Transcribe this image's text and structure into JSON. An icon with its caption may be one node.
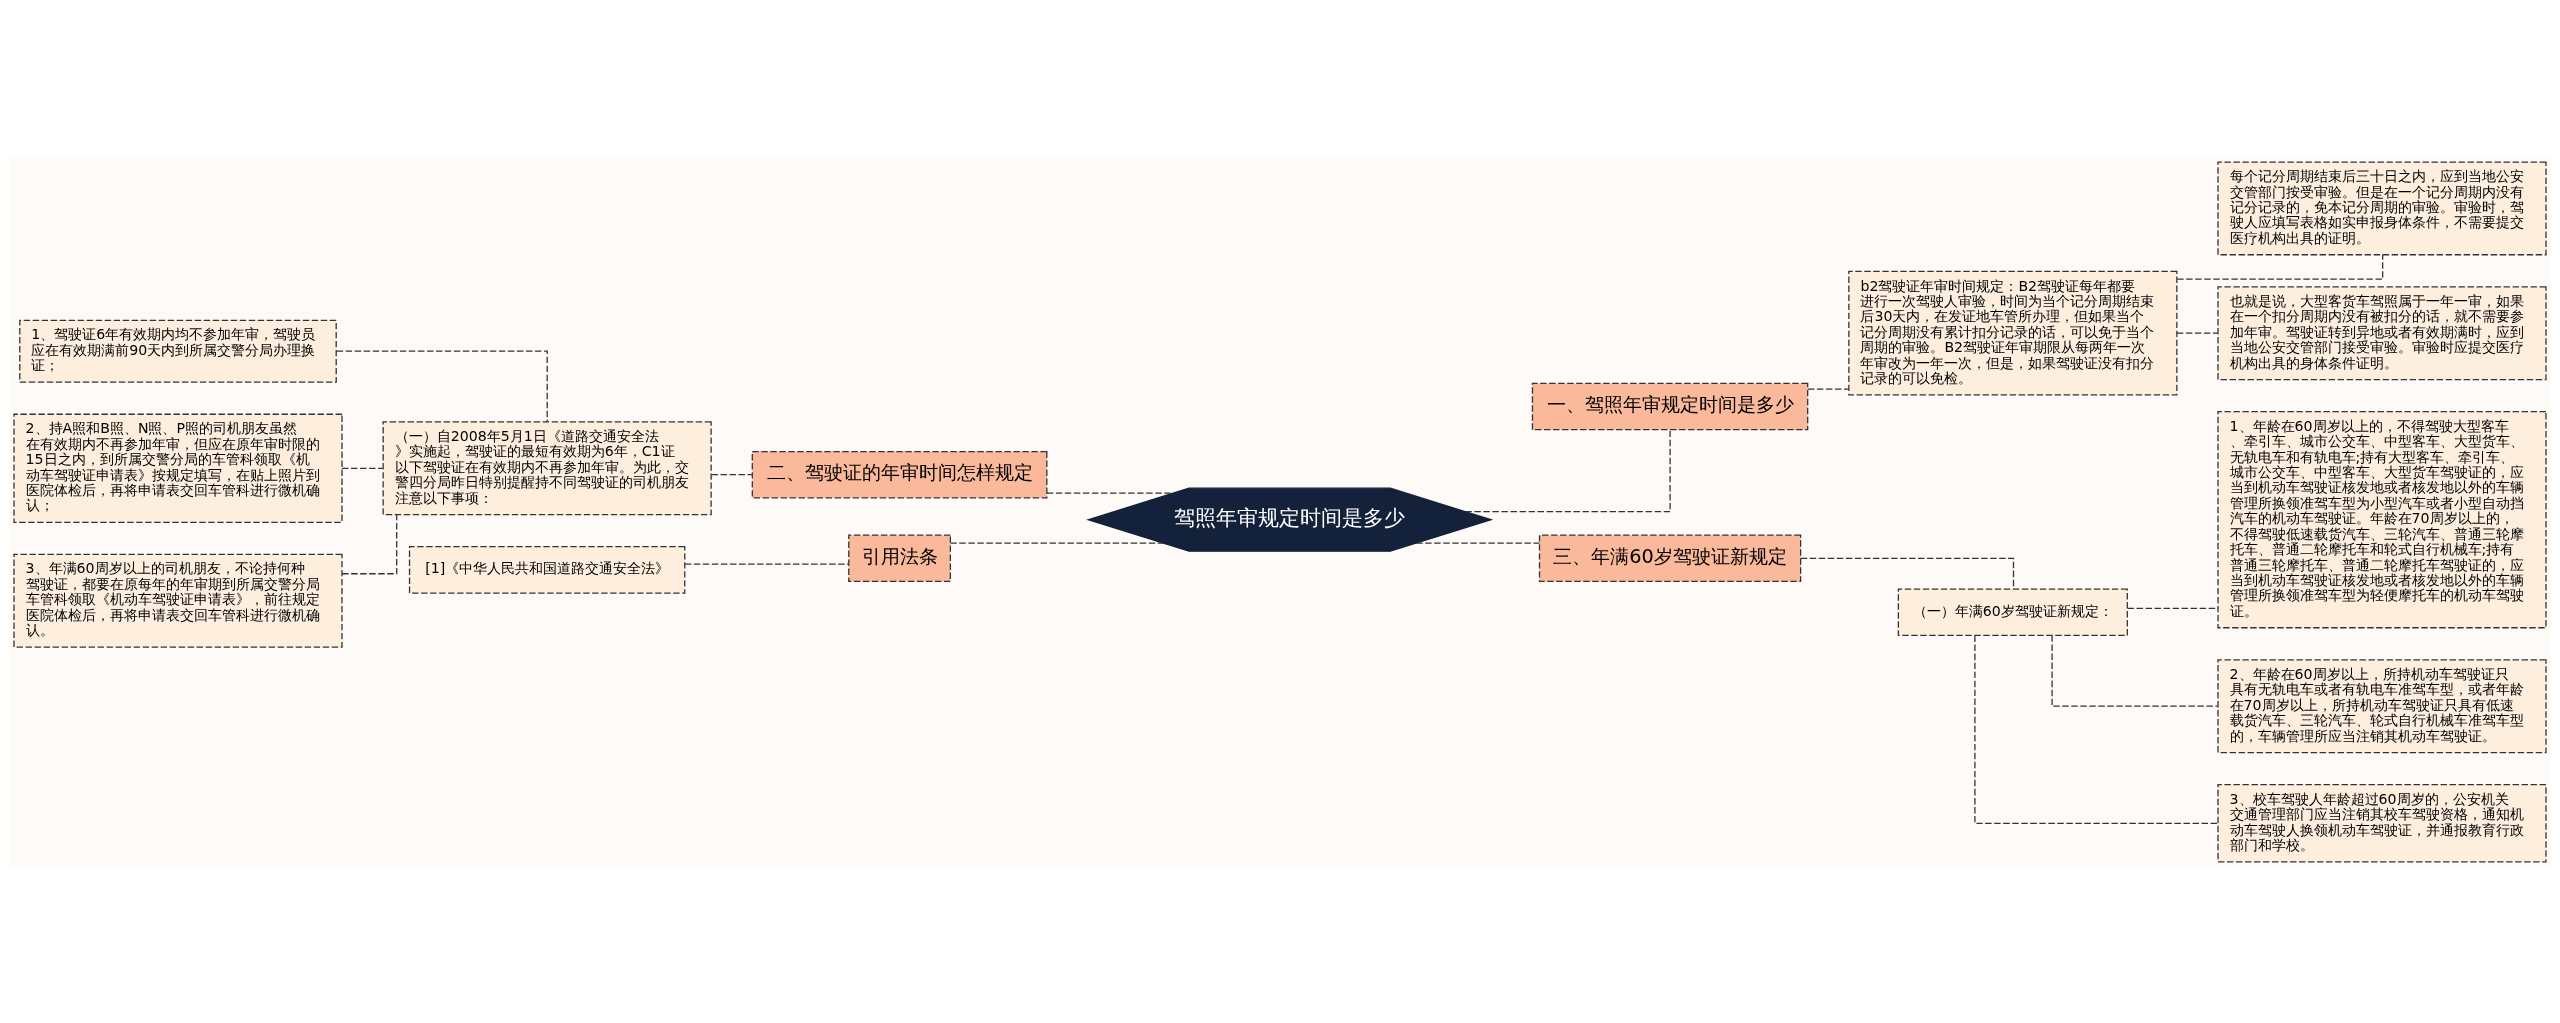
{
  "diagram": {
    "nodes": [
      {
        "text": [
          "驾照年审规定时间是多少"
        ]
      },
      {
        "text": [
          "一、驾照年审规定时间是多少"
        ]
      },
      {
        "text": [
          "b2驾驶证年审时间规定：B2驾驶证每年都要进行一次驾驶人审验，时间为当个记分周期结束后30天内，在发证地车管所办理，但如果当个记分周期没有累计扣分记录的话，可以免于当个周期的审验。B2驾驶证年审期限从每两年一次年审改为一年一次，但是，如果驾驶证没有扣分记录的可以免检。"
        ]
      },
      {
        "text": [
          "每个记分周期结束后三十日之内，应到当地公安交管部门按受审验。但是在一个记分周期内没有记分记录的，免本记分周期的审验。审验时，驾驶人应填写表格如实申报身体条件，不需要提交医疗机构出具的证明。"
        ]
      },
      {
        "text": [
          "也就是说，大型客货车驾照属于一年一审，如果在一个扣分周期内没有被扣分的话，就不需要参加年审。驾驶证转到异地或者有效期满时，应到当地公安交管部门接受审验。审验时应提交医疗机构出具的身体条件证明。"
        ]
      },
      {
        "text": [
          "二、驾驶证的年审时间怎样规定"
        ]
      },
      {
        "text": [
          "（一）自2008年5月1日《道路交通安全法》实施起，驾驶证的最短有效期为6年，C1证以下驾驶证在有效期内不再参加年审。为此，交警四分局昨日特别提醒持不同驾驶证的司机朋友注意以下事项："
        ]
      },
      {
        "text": [
          "1、驾驶证6年有效期内均不参加年审，驾驶员应在有效期满前90天内到所属交警分局办理换证；"
        ]
      },
      {
        "text": [
          "2、持A照和B照、N照、P照的司机朋友虽然在有效期内不再参加年审，但应在原年审时限的15日之内，到所属交警分局的车管科领取《机动车驾驶证申请表》按规定填写，在贴上照片到医院体检后，再将申请表交回车管科进行微机确认；"
        ]
      },
      {
        "text": [
          "3、年满60周岁以上的司机朋友，不论持何种驾驶证，都要在原每年的年审期到所属交警分局车管科领取《机动车驾驶证申请表》，前往规定医院体检后，再将申请表交回车管科进行微机确认。"
        ]
      },
      {
        "text": [
          "三、年满60岁驾驶证新规定"
        ]
      },
      {
        "text": [
          "（一）年满60岁驾驶证新规定："
        ]
      },
      {
        "text": [
          "1、年龄在60周岁以上的，不得驾驶大型客车、牵引车、城市公交车、中型客车、大型货车、无轨电车和有轨电车;持有大型客车、牵引车、城市公交车、中型客车、大型货车驾驶证的，应当到机动车驾驶证核发地或者核发地以外的车辆管理所换领准驾车型为小型汽车或者小型自动挡汽车的机动车驾驶证。年龄在70周岁以上的，不得驾驶低速载货汽车、三轮汽车、普通三轮摩托车、普通二轮摩托车和轮式自行机械车;持有普通三轮摩托车、普通二轮摩托车驾驶证的，应当到机动车驾驶证核发地或者核发地以外的车辆管理所换领准驾车型为轻便摩托车的机动车驾驶证。"
        ]
      },
      {
        "text": [
          "2、年龄在60周岁以上，所持机动车驾驶证只具有无轨电车或者有轨电车准驾车型，或者年龄在70周岁以上，所持机动车驾驶证只具有低速载货汽车、三轮汽车、轮式自行机械车准驾车型的，车辆管理所应当注销其机动车驾驶证。"
        ]
      },
      {
        "text": [
          "3、校车驾驶人年龄超过60周岁的，公安机关交通管理部门应当注销其校车驾驶资格，通知机动车驾驶人换领机动车驾驶证，并通报教育行政部门和学校。"
        ]
      },
      {
        "text": [
          "引用法条"
        ]
      },
      {
        "text": [
          "[1]《中华人民共和国道路交通安全法》"
        ]
      }
    ],
    "edges": [
      {
        "from": 0,
        "to": 1,
        "arrow": "none",
        "style": "dashed"
      },
      {
        "from": 1,
        "to": 2,
        "arrow": "none",
        "style": "dashed"
      },
      {
        "from": 2,
        "to": 3,
        "arrow": "none",
        "style": "dashed"
      },
      {
        "from": 2,
        "to": 4,
        "arrow": "none",
        "style": "dashed"
      },
      {
        "from": 0,
        "to": 5,
        "arrow": "none",
        "style": "dashed"
      },
      {
        "from": 5,
        "to": 6,
        "arrow": "none",
        "style": "dashed"
      },
      {
        "from": 6,
        "to": 7,
        "arrow": "none",
        "style": "dashed"
      },
      {
        "from": 6,
        "to": 8,
        "arrow": "none",
        "style": "dashed"
      },
      {
        "from": 6,
        "to": 9,
        "arrow": "none",
        "style": "dashed"
      },
      {
        "from": 0,
        "to": 10,
        "arrow": "none",
        "style": "dashed"
      },
      {
        "from": 10,
        "to": 11,
        "arrow": "none",
        "style": "dashed"
      },
      {
        "from": 11,
        "to": 12,
        "arrow": "none",
        "style": "dashed"
      },
      {
        "from": 11,
        "to": 13,
        "arrow": "none",
        "style": "dashed"
      },
      {
        "from": 11,
        "to": 14,
        "arrow": "none",
        "style": "dashed"
      },
      {
        "from": 0,
        "to": 15,
        "arrow": "none",
        "style": "dashed"
      },
      {
        "from": 15,
        "to": 16,
        "arrow": "none",
        "style": "dashed"
      }
    ]
  }
}
